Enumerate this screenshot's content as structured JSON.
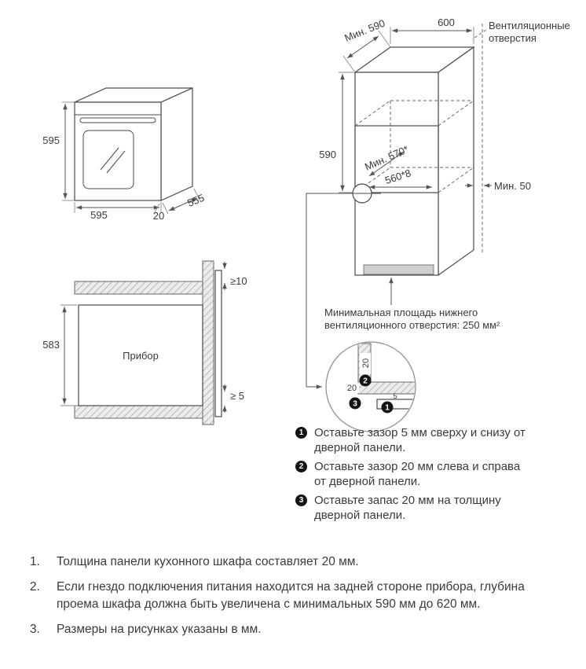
{
  "oven": {
    "height": "595",
    "width": "595",
    "depth": "555",
    "front_frame": "20"
  },
  "cabinet": {
    "min_depth": "Мин. 590",
    "width": "600",
    "vent_line1": "Вентиляционные",
    "vent_line2": "отверстия",
    "niche_height": "590",
    "niche_min_depth": "Мин. 570*",
    "niche_width": "560*8",
    "rear_gap": "Мин. 50",
    "vent_area_note": "Минимальная площадь нижнего вентиляционного отверстия: 250 мм²"
  },
  "section": {
    "appliance_label": "Прибор",
    "height": "583",
    "top_gap": "≥10",
    "bottom_gap": "≥ 5"
  },
  "detail": {
    "dim_side": "20",
    "dim_thickness": "20",
    "dim_gap": "5",
    "marker_1": "1",
    "marker_2": "2",
    "marker_3": "3"
  },
  "legend": {
    "items": [
      {
        "marker": "1",
        "text": "Оставьте зазор 5 мм сверху и снизу от дверной панели."
      },
      {
        "marker": "2",
        "text": "Оставьте зазор 20 мм слева и справа от дверной панели."
      },
      {
        "marker": "3",
        "text": "Оставьте запас 20 мм на толщину дверной панели."
      }
    ]
  },
  "notes": {
    "items": [
      {
        "num": "1.",
        "text": "Толщина панели кухонного шкафа составляет 20 мм."
      },
      {
        "num": "2.",
        "text": "Если гнездо подключения питания находится на задней стороне прибора, глубина проема шкафа должна быть увеличена с минимальных 590 мм до 620 мм."
      },
      {
        "num": "3.",
        "text": "Размеры на рисунках указаны в мм."
      }
    ]
  }
}
